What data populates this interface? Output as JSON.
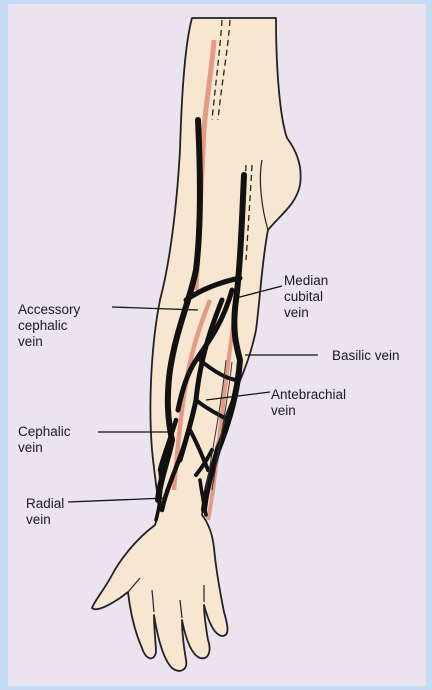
{
  "labels": {
    "median_cubital_vein": "Median\ncubital\nvein",
    "accessory_cephalic_vein": "Accessory\ncephalic\nvein",
    "basilic_vein": "Basilic vein",
    "antebrachial_vein": "Antebrachial\nvein",
    "cephalic_vein": "Cephalic\nvein",
    "radial_vein": "Radial\nvein"
  },
  "colors": {
    "page_border": "#c5dcf4",
    "background": "#ece3f1",
    "skin": "#f7e6d0",
    "vein": "#111111",
    "artery": "#e59a88",
    "outline": "#222222"
  }
}
